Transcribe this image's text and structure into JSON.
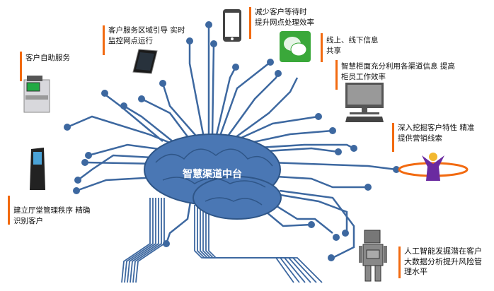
{
  "center_title": "智慧渠道中台",
  "colors": {
    "circuit": "#3d68a0",
    "brain": "#4a77b4",
    "accent": "#f26a10"
  },
  "labels": [
    {
      "id": "self-service",
      "lines": [
        "客户自助服务"
      ],
      "icon": "atm-icon"
    },
    {
      "id": "area-guide",
      "lines": [
        "客户服务区域引导 实时",
        "监控网点运行"
      ],
      "icon": "tablet-icon"
    },
    {
      "id": "reduce-wait",
      "lines": [
        "减少客户等待时",
        "提升网点处理效率"
      ],
      "icon": "smartphone-icon"
    },
    {
      "id": "info-share",
      "lines": [
        "线上、线下信息",
        "共享"
      ],
      "icon": "wechat-icon"
    },
    {
      "id": "smart-counter",
      "lines": [
        "智慧柜面充分利用各渠道信息 提高",
        "柜员工作效率"
      ],
      "icon": "computer-icon"
    },
    {
      "id": "customer-insight",
      "lines": [
        "深入挖掘客户特性 精准",
        "提供营销线索"
      ],
      "icon": "person-icon"
    },
    {
      "id": "hall-order",
      "lines": [
        "建立厅堂管理秩序 精确",
        "识别客户"
      ],
      "icon": "kiosk-icon"
    },
    {
      "id": "ai-risk",
      "lines": [
        "人工智能发掘潜在客户",
        "大数据分析提升风险管",
        "理水平"
      ],
      "icon": "robot-icon"
    }
  ]
}
